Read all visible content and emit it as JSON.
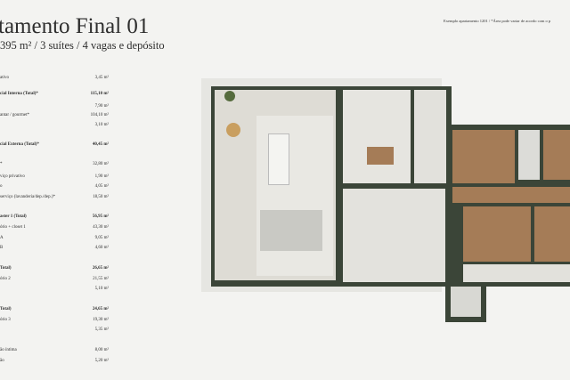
{
  "header": {
    "title": "tamento Final 01",
    "subtitle": "395 m² / 3 suítes / 4 vagas e depósito",
    "note": "Exemplo apartamento 1201 / *Área pode variar de acordo com o p"
  },
  "areas": [
    {
      "label": "ativo",
      "value": "3,45 m²",
      "bold": false
    },
    {
      "label": "cial Interna (Total)*",
      "value": "115,10 m²",
      "bold": true
    },
    {
      "label": "",
      "value": "7,90 m²",
      "bold": false
    },
    {
      "label": "antar / gourmet*",
      "value": "104,10 m²",
      "bold": false
    },
    {
      "label": "",
      "value": "3,10 m²",
      "bold": false
    },
    {
      "label": "cial Externa (Total)*",
      "value": "40,45 m²",
      "bold": true
    },
    {
      "label": "*",
      "value": "32,80 m²",
      "bold": false
    },
    {
      "label": "viço privativo",
      "value": "1,90 m²",
      "bold": false
    },
    {
      "label": "o",
      "value": "4,05 m²",
      "bold": false
    },
    {
      "label": "serviço (lavanderia/dep./dep.)*",
      "value": "18,50 m²",
      "bold": false
    },
    {
      "label": "aster 1 (Total)",
      "value": "56,95 m²",
      "bold": true
    },
    {
      "label": "ório + closet 1",
      "value": "43,30 m²",
      "bold": false
    },
    {
      "label": "A",
      "value": "9,05 m²",
      "bold": false
    },
    {
      "label": "B",
      "value": "4,60 m²",
      "bold": false
    },
    {
      "label": "Total)",
      "value": "26,65 m²",
      "bold": true
    },
    {
      "label": "ório 2",
      "value": "21,55 m²",
      "bold": false
    },
    {
      "label": "",
      "value": "5,10 m²",
      "bold": false
    },
    {
      "label": "Total)",
      "value": "24,65 m²",
      "bold": true
    },
    {
      "label": "ório 3",
      "value": "19,30 m²",
      "bold": false
    },
    {
      "label": "",
      "value": "5,35 m²",
      "bold": false
    },
    {
      "label": "ão íntima",
      "value": "8,00 m²",
      "bold": false
    },
    {
      "label": "ão",
      "value": "5,20 m²",
      "bold": false
    }
  ],
  "colors": {
    "wall": "#3b4538",
    "floor": "#e4e4df",
    "wood": "#a57c57",
    "terrace": "#d9d9d3"
  }
}
